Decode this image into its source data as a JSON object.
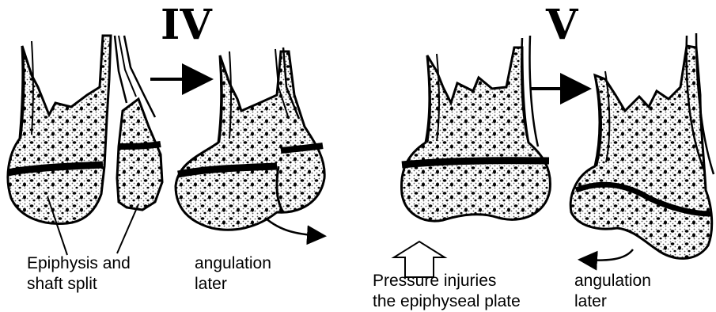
{
  "figure": {
    "left_heading": "IV",
    "right_heading": "V",
    "captions": {
      "split": [
        "Epiphysis and",
        "shaft split"
      ],
      "angulation_iv": [
        "angulation",
        "later"
      ],
      "pressure": [
        "Pressure injuries",
        "the epiphyseal plate"
      ],
      "angulation_v": [
        "angulation",
        "later"
      ]
    }
  }
}
